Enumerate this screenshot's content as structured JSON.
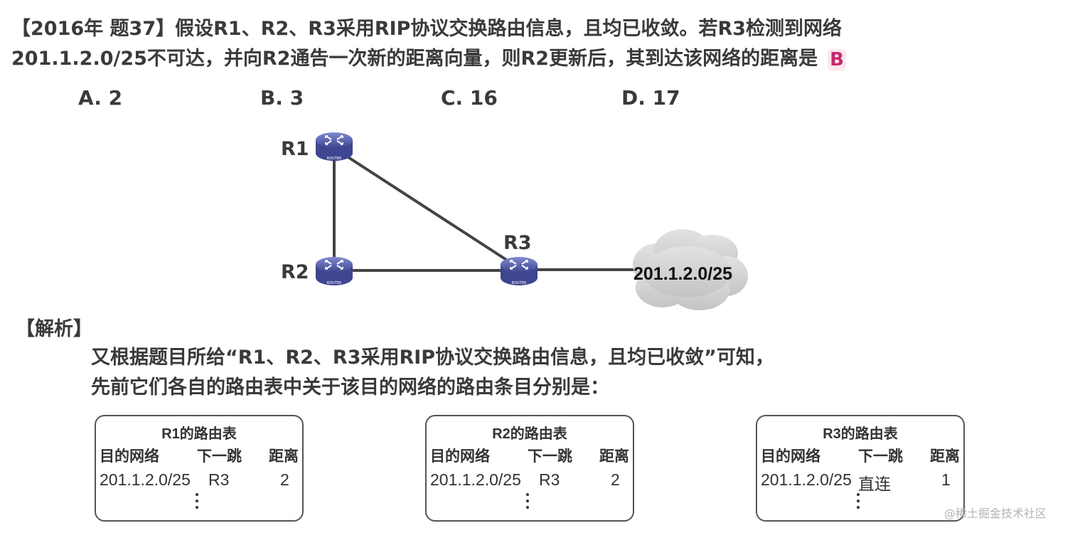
{
  "question": {
    "line1": "【2016年 题37】假设R1、R2、R3采用RIP协议交换路由信息，且均已收敛。若R3检测到网络",
    "line2": "201.1.2.0/25不可达，并向R2通告一次新的距离向量，则R2更新后，其到达该网络的距离是",
    "answer": "B"
  },
  "options": [
    {
      "text": "A. 2"
    },
    {
      "text": "B. 3"
    },
    {
      "text": "C. 16"
    },
    {
      "text": "D. 17"
    }
  ],
  "topology": {
    "routers": [
      {
        "id": "R1",
        "label": "R1",
        "caption": "ROUTER"
      },
      {
        "id": "R2",
        "label": "R2",
        "caption": "ROUTER"
      },
      {
        "id": "R3",
        "label": "R3",
        "caption": "ROUTER"
      }
    ],
    "network": {
      "label": "201.1.2.0/25"
    },
    "links": [
      {
        "from": "R1",
        "to": "R2"
      },
      {
        "from": "R1",
        "to": "R3"
      },
      {
        "from": "R2",
        "to": "R3"
      },
      {
        "from": "R3",
        "to": "network"
      }
    ],
    "colors": {
      "router_fill": "#5b66b8",
      "router_dark": "#3e4690",
      "link": "#444444",
      "cloud": "#d6d6d6"
    }
  },
  "analysis": {
    "header": "【解析】",
    "line1": "又根据题目所给“R1、R2、R3采用RIP协议交换路由信息，且均已收敛”可知，",
    "line2": "先前它们各自的路由表中关于该目的网络的路由条目分别是："
  },
  "routing_tables": [
    {
      "title": "R1的路由表",
      "headers": [
        "目的网络",
        "下一跳",
        "距离"
      ],
      "row": [
        "201.1.2.0/25",
        "R3",
        "2"
      ]
    },
    {
      "title": "R2的路由表",
      "headers": [
        "目的网络",
        "下一跳",
        "距离"
      ],
      "row": [
        "201.1.2.0/25",
        "R3",
        "2"
      ]
    },
    {
      "title": "R3的路由表",
      "headers": [
        "目的网络",
        "下一跳",
        "距离"
      ],
      "row": [
        "201.1.2.0/25",
        "直连",
        "1"
      ]
    }
  ],
  "watermark": "@稀土掘金技术社区"
}
